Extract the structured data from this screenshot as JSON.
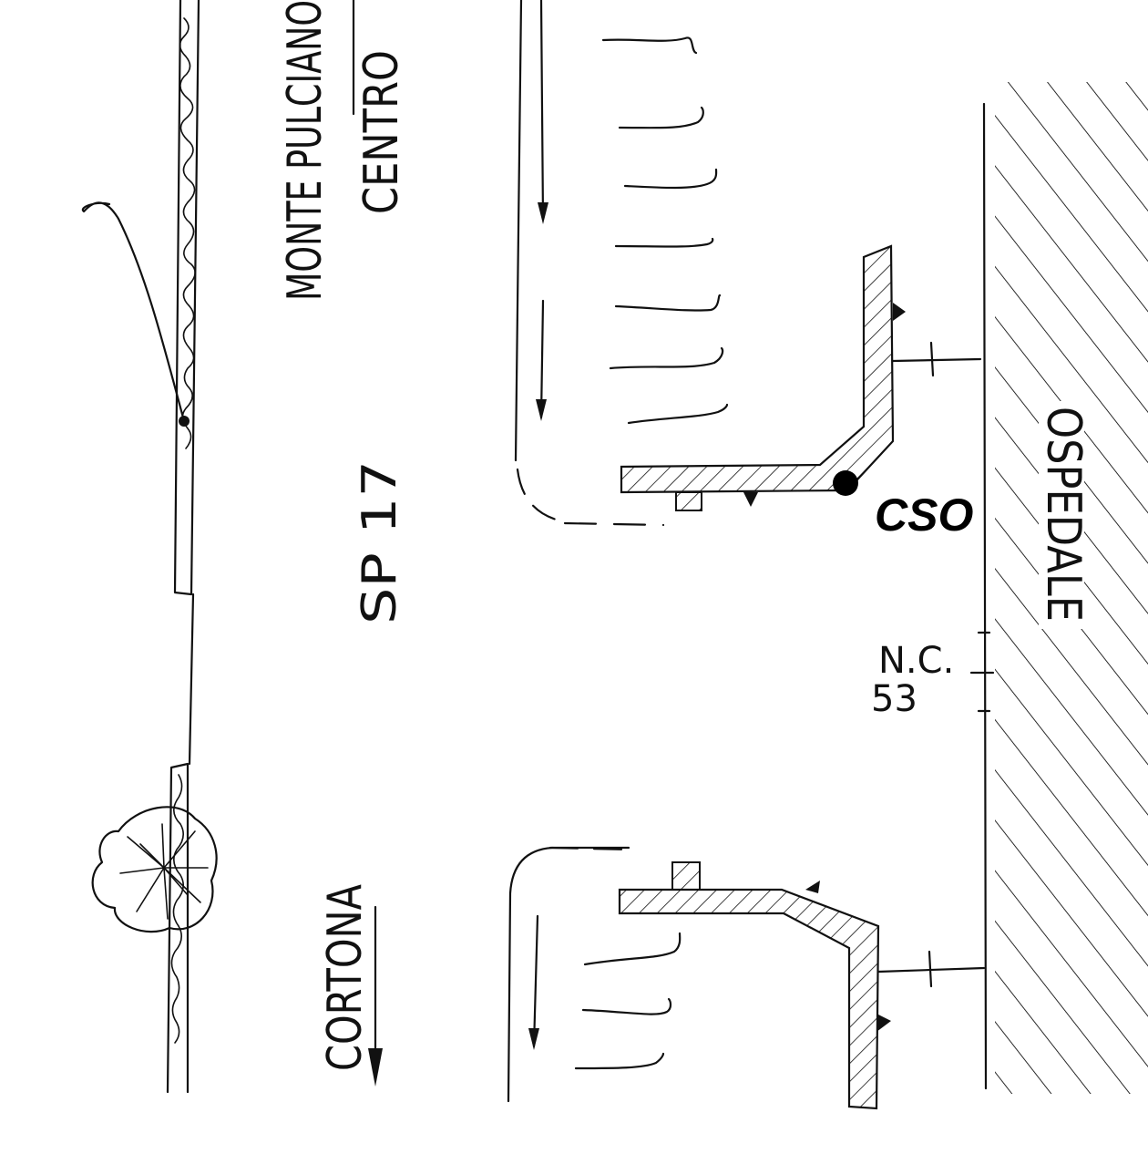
{
  "labels": {
    "monte_pulciano": "MONTE PULCIANO",
    "centro": "CENTRO",
    "sp17": "SP 17",
    "cortona": "CORTONA",
    "ospedale": "OSPEDALE",
    "cso": "CSO",
    "nc": "N.C.",
    "house_number": "53"
  },
  "colors": {
    "ink": "#111111",
    "paper": "#ffffff"
  }
}
